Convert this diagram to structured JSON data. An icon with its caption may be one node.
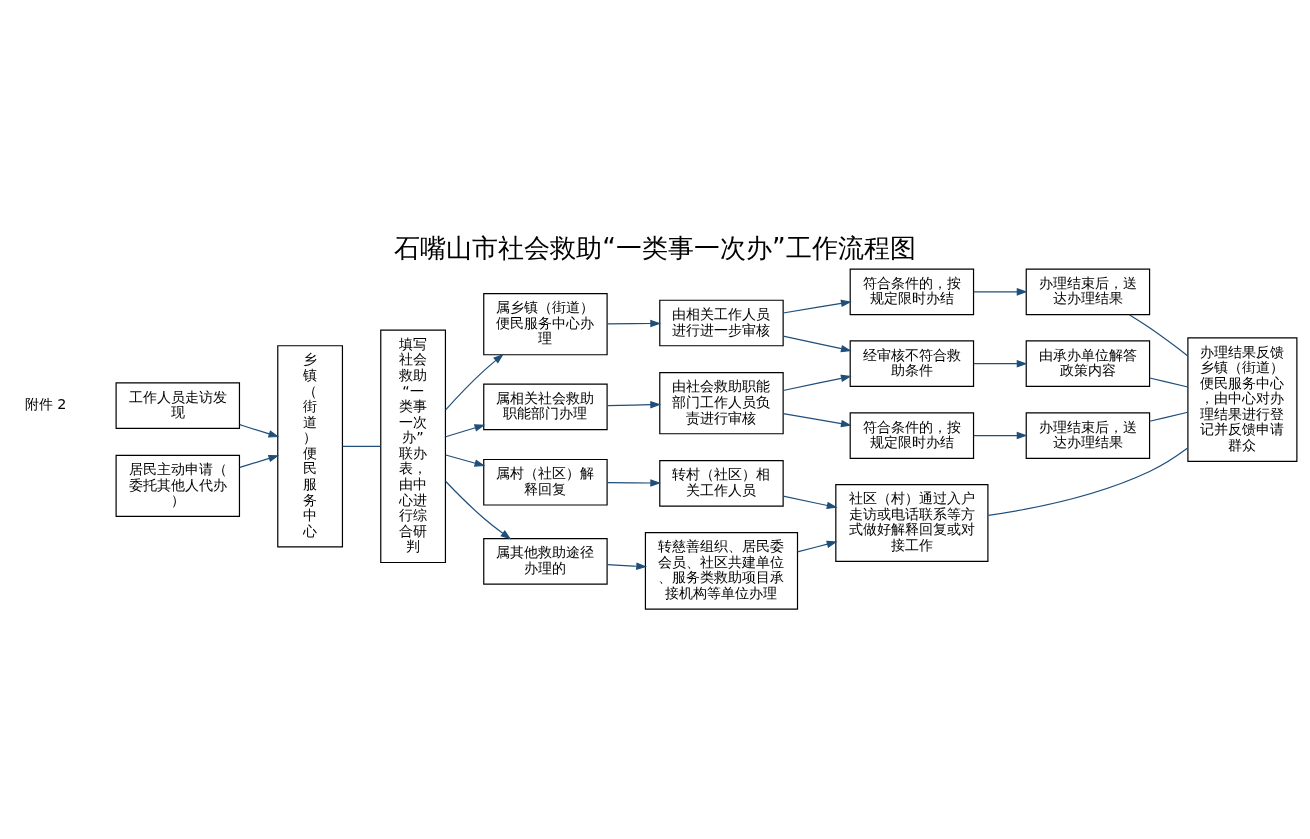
{
  "diagram": {
    "title": "石嘴山市社会救助“一类事一次办”工作流程图",
    "nodes": [
      {
        "text": [
          "工作人员走访发现"
        ]
      },
      {
        "text": [
          "居民主动申请（委托其他人代办）"
        ]
      },
      {
        "text": [
          "乡镇（街道）便民服务中心"
        ]
      },
      {
        "text": [
          "填写社会救助“一类事一次办”联办表，由中心进行综合研判"
        ]
      },
      {
        "text": [
          "属乡镇（街道）便民服务中心办理"
        ]
      },
      {
        "text": [
          "由相关工作人员进行进一步审核"
        ]
      },
      {
        "text": [
          "符合条件的，按规定限时办结"
        ]
      },
      {
        "text": [
          "办理结束后，送达办理结果"
        ]
      },
      {
        "text": [
          "经审核不符合救助条件"
        ]
      },
      {
        "text": [
          "由承办单位解答政策内容"
        ]
      },
      {
        "text": [
          "属相关社会救助职能部门办理"
        ]
      },
      {
        "text": [
          "由社会救助职能部门工作人员负责进行审核"
        ]
      },
      {
        "text": [
          "符合条件的，按规定限时办结"
        ]
      },
      {
        "text": [
          "办理结束后，送达办理结果"
        ]
      },
      {
        "text": [
          "属村（社区）解释回复"
        ]
      },
      {
        "text": [
          "转村（社区）相关工作人员"
        ]
      },
      {
        "text": [
          "属其他救助途径办理的"
        ]
      },
      {
        "text": [
          "转慈善组织、居民委会员、社区共建单位、服务类救助项目承接机构等单位办理"
        ]
      },
      {
        "text": [
          "社区（村）通过入户走访或电话联系等方式做好解释回复或对接工作"
        ]
      },
      {
        "text": [
          "办理结果反馈乡镇（街道）便民服务中心，由中心对办理结果进行登记并反馈申请群众"
        ]
      }
    ],
    "edges": [
      {
        "from": 0,
        "to": 2,
        "arrow": "to"
      },
      {
        "from": 1,
        "to": 2,
        "arrow": "to"
      },
      {
        "from": 2,
        "to": 3,
        "arrow": "none"
      },
      {
        "from": 3,
        "to": 4,
        "arrow": "to"
      },
      {
        "from": 3,
        "to": 10,
        "arrow": "to"
      },
      {
        "from": 3,
        "to": 14,
        "arrow": "to"
      },
      {
        "from": 3,
        "to": 16,
        "arrow": "to"
      },
      {
        "from": 4,
        "to": 5,
        "arrow": "to"
      },
      {
        "from": 5,
        "to": 6,
        "arrow": "to"
      },
      {
        "from": 6,
        "to": 7,
        "arrow": "to"
      },
      {
        "from": 5,
        "to": 8,
        "arrow": "to"
      },
      {
        "from": 11,
        "to": 8,
        "arrow": "to"
      },
      {
        "from": 8,
        "to": 9,
        "arrow": "to"
      },
      {
        "from": 10,
        "to": 11,
        "arrow": "to"
      },
      {
        "from": 11,
        "to": 12,
        "arrow": "to"
      },
      {
        "from": 12,
        "to": 13,
        "arrow": "to"
      },
      {
        "from": 14,
        "to": 15,
        "arrow": "to"
      },
      {
        "from": 15,
        "to": 18,
        "arrow": "to"
      },
      {
        "from": 16,
        "to": 17,
        "arrow": "to"
      },
      {
        "from": 17,
        "to": 18,
        "arrow": "to"
      },
      {
        "from": 7,
        "to": 19,
        "arrow": "none"
      },
      {
        "from": 9,
        "to": 19,
        "arrow": "none"
      },
      {
        "from": 13,
        "to": 19,
        "arrow": "none"
      },
      {
        "from": 18,
        "to": 19,
        "arrow": "none"
      }
    ],
    "labels": [
      "附件 2"
    ]
  }
}
